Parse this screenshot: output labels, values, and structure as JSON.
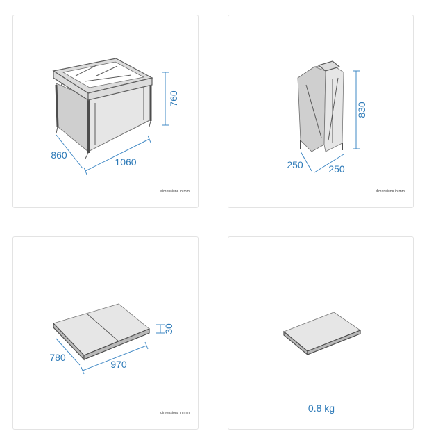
{
  "cards": [
    {
      "id": "playpen-open",
      "dimensions": {
        "depth": "860",
        "width": "1060",
        "height": "760"
      },
      "note": "dimensions in mm"
    },
    {
      "id": "playpen-folded",
      "dimensions": {
        "depth": "250",
        "width": "250",
        "height": "830"
      },
      "note": "dimensions in mm"
    },
    {
      "id": "mattress-open",
      "dimensions": {
        "depth": "780",
        "width": "970",
        "height": "30"
      },
      "note": "dimensions in mm"
    },
    {
      "id": "mattress-folded",
      "weight": "0.8 kg"
    }
  ],
  "colors": {
    "dimension": "#2d7ab8",
    "border": "#e3e3e3",
    "product": "#5e5e5e"
  }
}
